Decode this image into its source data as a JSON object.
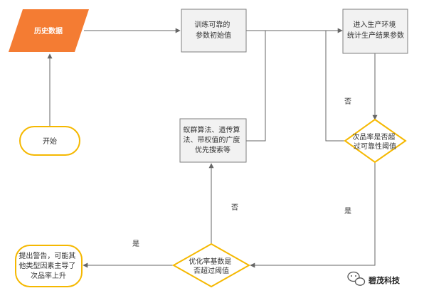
{
  "colors": {
    "accent_orange": "#F47C33",
    "decision_border": "#F5B800",
    "process_fill": "#F2F2F2",
    "process_border": "#7F7F7F",
    "edge": "#666666",
    "text": "#333333"
  },
  "nodes": {
    "history_data": "历史数据",
    "init_params": [
      "训练可靠的",
      "参数初始值"
    ],
    "production": [
      "进入生产环境",
      "统计生产结果参数"
    ],
    "start": "开始",
    "algorithms": [
      "蚁群算法、遗传算",
      "法、带权值的广度",
      "优先搜索等"
    ],
    "defect_check": [
      "次品率是否超",
      "过可靠性阈值"
    ],
    "optimize_check": [
      "优化率基数是",
      "否超过阈值"
    ],
    "alert": [
      "提出警告，可能其",
      "他类型因素主导了",
      "次品率上升"
    ]
  },
  "edge_labels": {
    "defect_no": "否",
    "defect_yes": "是",
    "optimize_no": "否",
    "optimize_yes": "是"
  },
  "watermark": {
    "text": "碧茂科技",
    "icon": "wechat-icon"
  }
}
